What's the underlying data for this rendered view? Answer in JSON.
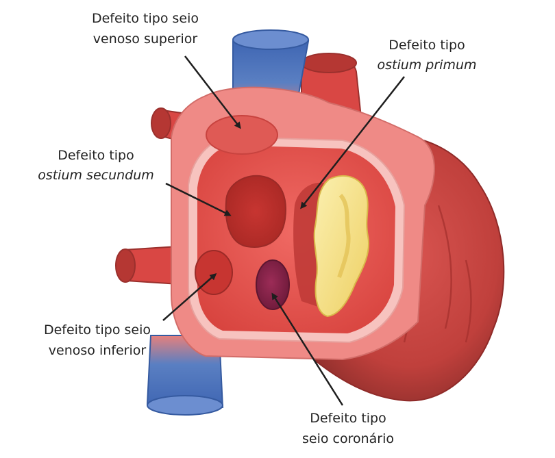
{
  "labels": {
    "superior": {
      "line1": "Defeito tipo seio",
      "line2": "venoso superior"
    },
    "primum": {
      "line1": "Defeito tipo",
      "line2": "ostium primum"
    },
    "secundum": {
      "line1": "Defeito tipo",
      "line2": "ostium secundum"
    },
    "inferior": {
      "line1": "Defeito tipo seio",
      "line2": "venoso inferior"
    },
    "coronario": {
      "line1": "Defeito tipo",
      "line2": "seio coronário"
    }
  },
  "colors": {
    "heart_body": "#c8433f",
    "heart_dark": "#8f2a28",
    "atrium_wall": "#ef8a86",
    "atrium_rim": "#f7c3bf",
    "cavity": "#e2504c",
    "vein_blue": "#4a72b8",
    "artery_red": "#d94744",
    "valve_yellow": "#f5e07a",
    "coronary_sinus": "#8a2349",
    "arrow": "#1e1e1e"
  }
}
